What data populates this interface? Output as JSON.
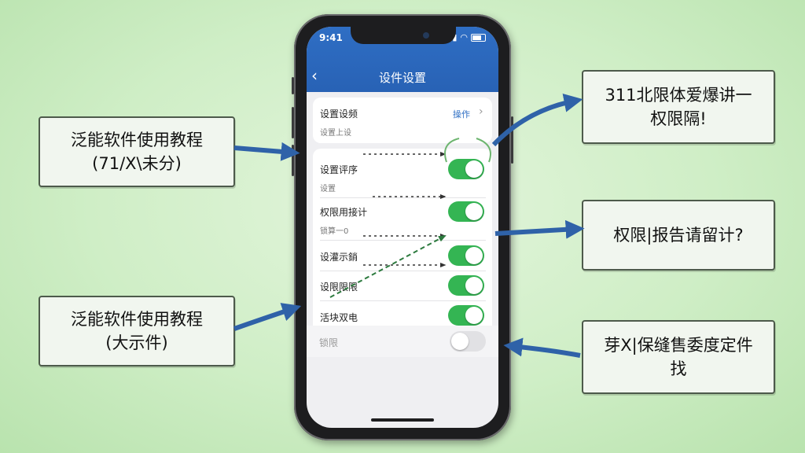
{
  "callouts": {
    "left_top": {
      "line1": "泛能软件使用教程",
      "line2": "(71/X\\未分)"
    },
    "left_bot": {
      "line1": "泛能软件使用教程",
      "line2": "(大示件)"
    },
    "right_top": {
      "line1": "311北限体爱爆讲一",
      "line2": "权限隔!"
    },
    "right_mid": {
      "line1": "权限|报告请留计?"
    },
    "right_bot": {
      "line1": "芽X|保缝售委度定件",
      "line2": "找"
    }
  },
  "phone": {
    "status_time": "9:41",
    "nav": {
      "back_symbol": "‹",
      "title": "设件设置"
    },
    "card1": {
      "label": "设置设频",
      "sub": "设置上设",
      "action": "操作",
      "chevron": "›"
    },
    "rows": [
      {
        "label": "设置评序",
        "sub": "设置",
        "on": true
      },
      {
        "label": "权限用接计",
        "sub": "锁算一0",
        "on": true
      },
      {
        "label": "设灌示銷",
        "sub": "",
        "on": true
      },
      {
        "label": "设限限限",
        "sub": "",
        "on": true
      },
      {
        "label": "活块双电",
        "sub": "",
        "on": true
      }
    ],
    "disabled_row": {
      "label": "锁限",
      "on": false
    }
  },
  "colors": {
    "nav_blue": "#2f6ec4",
    "toggle_on": "#34b553",
    "arrow_blue": "#2f62a8",
    "dashed_green": "#2c7a3e"
  }
}
